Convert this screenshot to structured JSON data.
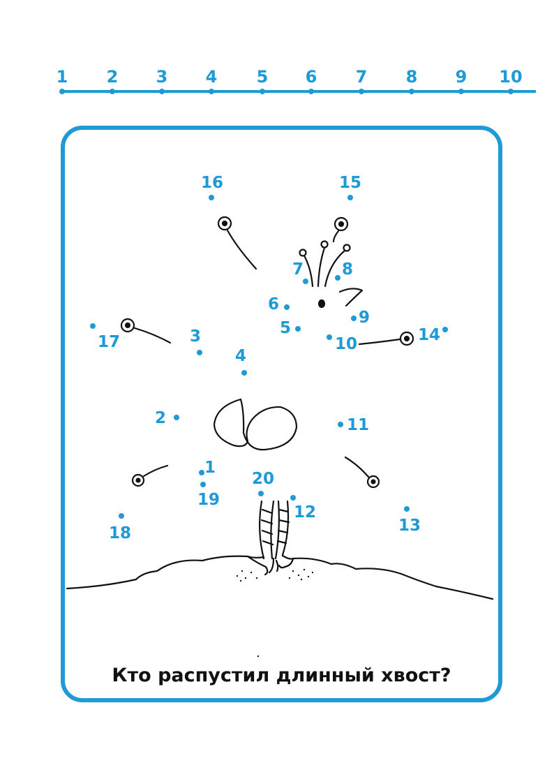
{
  "ruler": {
    "numbers": [
      "1",
      "2",
      "3",
      "4",
      "5",
      "6",
      "7",
      "8",
      "9",
      "10"
    ]
  },
  "dots": [
    "1",
    "2",
    "3",
    "4",
    "5",
    "6",
    "7",
    "8",
    "9",
    "10",
    "11",
    "12",
    "13",
    "14",
    "15",
    "16",
    "17",
    "18",
    "19",
    "20"
  ],
  "question": "Кто распустил длинный хвост?",
  "colors": {
    "accent": "#1e9ad6",
    "ink": "#111111",
    "paper": "#ffffff"
  },
  "icons": [
    "peacock-drawing"
  ]
}
